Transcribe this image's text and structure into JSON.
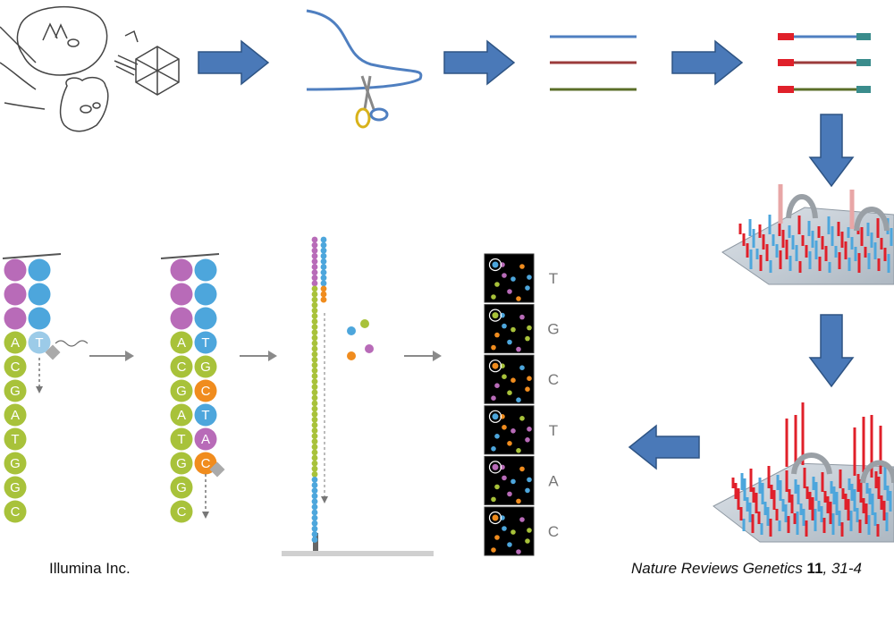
{
  "colors": {
    "flow_arrow": "#4a79b8",
    "flow_arrow_edge": "#2e5484",
    "gray_arrow": "#8a8a8a",
    "strand_blue": "#4f7fc0",
    "strand_red": "#9b3b3b",
    "strand_green": "#5a6e28",
    "adapter_red": "#e0202a",
    "adapter_teal": "#3a8c8c",
    "base_purple": "#b86bb8",
    "base_blue": "#4da6dc",
    "base_green": "#a8c23a",
    "base_orange": "#f08c1e",
    "flowcell": "#c4ccd4"
  },
  "sequencing": {
    "step1": {
      "template": [
        "A",
        "C",
        "G",
        "A",
        "T",
        "G",
        "G",
        "C"
      ],
      "incoming": [
        "T"
      ]
    },
    "step2": {
      "template": [
        "A",
        "C",
        "G",
        "A",
        "T",
        "G",
        "G",
        "C"
      ],
      "incoming": [
        "T",
        "G",
        "C",
        "T",
        "A",
        "C"
      ]
    },
    "image_letters": [
      "T",
      "G",
      "C",
      "T",
      "A",
      "C"
    ]
  },
  "credits": {
    "left": "Illumina Inc.",
    "right_journal": "Nature Reviews Genetics",
    "right_volume": "11",
    "right_pages": ", 31-4"
  }
}
